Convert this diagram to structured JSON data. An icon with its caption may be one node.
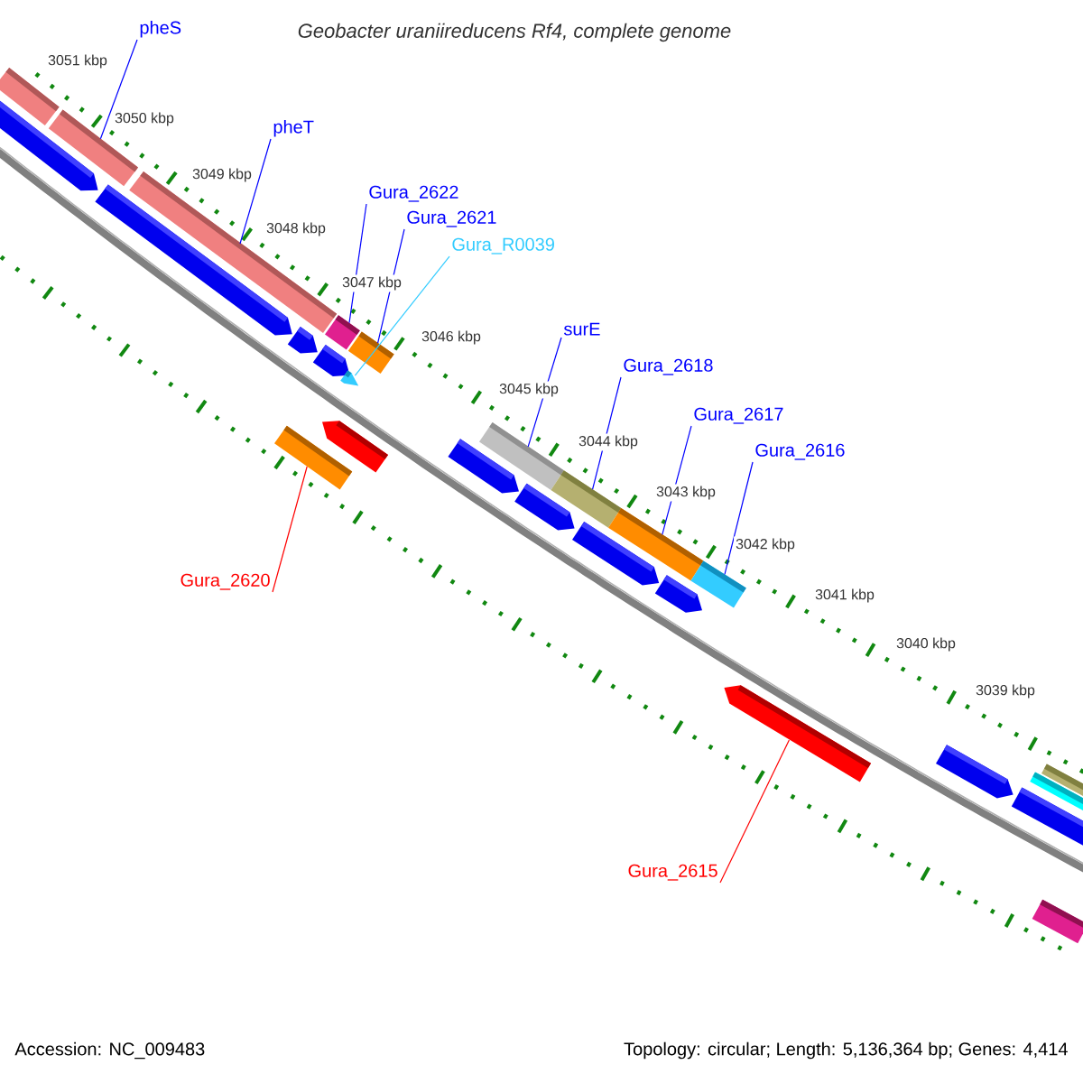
{
  "diagram": {
    "title": "Geobacter uraniireducens Rf4, complete genome",
    "nodes": [
      {
        "text": [
          "pheS"
        ]
      },
      {
        "text": [
          "pheT"
        ]
      },
      {
        "text": [
          "Gura_2622"
        ]
      },
      {
        "text": [
          "Gura_2621"
        ]
      },
      {
        "text": [
          "Gura_R0039"
        ]
      },
      {
        "text": [
          "surE"
        ]
      },
      {
        "text": [
          "Gura_2618"
        ]
      },
      {
        "text": [
          "Gura_2617"
        ]
      },
      {
        "text": [
          "Gura_2616"
        ]
      },
      {
        "text": [
          "Gura_2620"
        ]
      },
      {
        "text": [
          "Gura_2615"
        ]
      },
      {
        "text": [],
        "shape": "bar"
      },
      {
        "text": [],
        "shape": "bar"
      },
      {
        "text": [],
        "shape": "bar"
      },
      {
        "text": [],
        "shape": "bar"
      },
      {
        "text": [],
        "shape": "bar"
      },
      {
        "text": [],
        "shape": "bar"
      },
      {
        "text": [],
        "shape": "bar"
      },
      {
        "text": [],
        "shape": "bar"
      },
      {
        "text": [],
        "shape": "bar"
      },
      {
        "text": [],
        "shape": "bar"
      },
      {
        "text": [],
        "shape": "bar"
      }
    ],
    "edges": [
      {
        "from": 0,
        "to": 11,
        "arrow": "none"
      },
      {
        "from": 1,
        "to": 12,
        "arrow": "none"
      },
      {
        "from": 2,
        "to": 13,
        "arrow": "none"
      },
      {
        "from": 3,
        "to": 14,
        "arrow": "none"
      },
      {
        "from": 4,
        "to": 16,
        "arrow": "none",
        "color": "#33ccff"
      },
      {
        "from": 5,
        "to": 17,
        "arrow": "none"
      },
      {
        "from": 6,
        "to": 18,
        "arrow": "none"
      },
      {
        "from": 7,
        "to": 19,
        "arrow": "none"
      },
      {
        "from": 8,
        "to": 20,
        "arrow": "none"
      },
      {
        "from": 9,
        "to": 15,
        "arrow": "none",
        "color": "#ff0000"
      },
      {
        "from": 10,
        "to": 21,
        "arrow": "none",
        "color": "#ff0000"
      }
    ],
    "labels": [
      "3051 kbp",
      "3050 kbp",
      "3049 kbp",
      "3048 kbp",
      "3047 kbp",
      "3046 kbp",
      "3045 kbp",
      "3044 kbp",
      "3043 kbp",
      "3042 kbp",
      "3041 kbp",
      "3040 kbp",
      "3039 kbp",
      "Accession: NC_009483",
      "Topology: circular; Length: 5,136,364 bp; Genes: 4,414"
    ]
  }
}
